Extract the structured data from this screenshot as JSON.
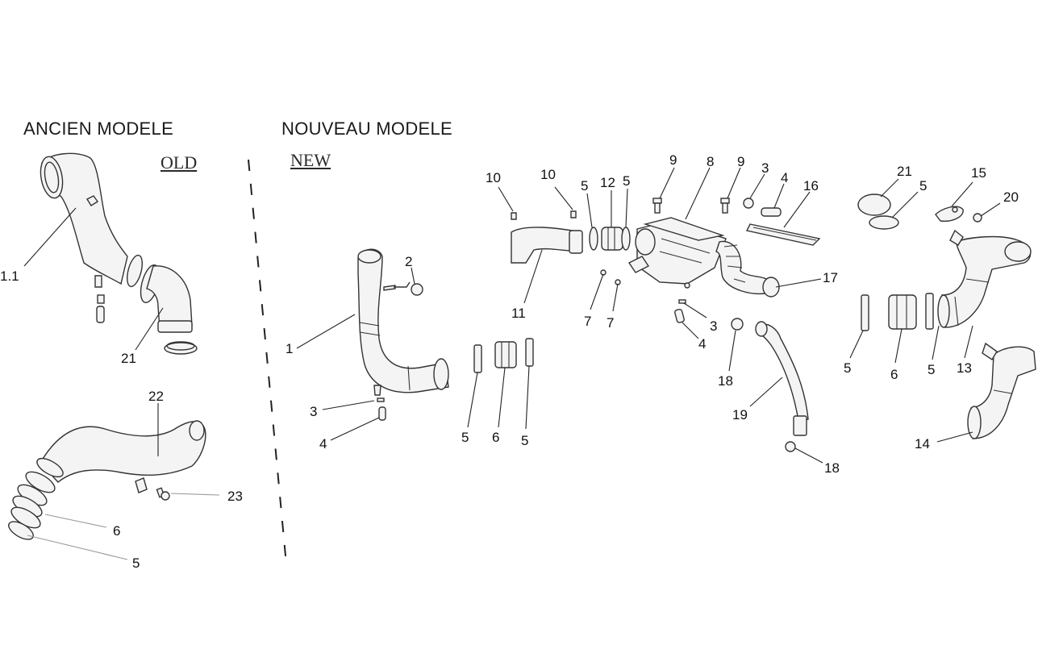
{
  "headings": {
    "old_model": "ANCIEN MODELE",
    "new_model": "NOUVEAU MODELE",
    "old_tag": "OLD",
    "new_tag": "NEW"
  },
  "callouts": [
    {
      "id": "c-1-1",
      "text": "1.1"
    },
    {
      "id": "c-21-old",
      "text": "21"
    },
    {
      "id": "c-22",
      "text": "22"
    },
    {
      "id": "c-23",
      "text": "23"
    },
    {
      "id": "c-6-old",
      "text": "6"
    },
    {
      "id": "c-5-old",
      "text": "5"
    },
    {
      "id": "c-2",
      "text": "2"
    },
    {
      "id": "c-1",
      "text": "1"
    },
    {
      "id": "c-3-left",
      "text": "3"
    },
    {
      "id": "c-4-left",
      "text": "4"
    },
    {
      "id": "c-5-mid-a",
      "text": "5"
    },
    {
      "id": "c-6-mid",
      "text": "6"
    },
    {
      "id": "c-5-mid-b",
      "text": "5"
    },
    {
      "id": "c-10-a",
      "text": "10"
    },
    {
      "id": "c-10-b",
      "text": "10"
    },
    {
      "id": "c-5-top-a",
      "text": "5"
    },
    {
      "id": "c-12",
      "text": "12"
    },
    {
      "id": "c-5-top-b",
      "text": "5"
    },
    {
      "id": "c-11",
      "text": "11"
    },
    {
      "id": "c-7-a",
      "text": "7"
    },
    {
      "id": "c-7-b",
      "text": "7"
    },
    {
      "id": "c-9-a",
      "text": "9"
    },
    {
      "id": "c-8",
      "text": "8"
    },
    {
      "id": "c-9-b",
      "text": "9"
    },
    {
      "id": "c-3-top",
      "text": "3"
    },
    {
      "id": "c-4-top",
      "text": "4"
    },
    {
      "id": "c-16",
      "text": "16"
    },
    {
      "id": "c-17",
      "text": "17"
    },
    {
      "id": "c-3-mid",
      "text": "3"
    },
    {
      "id": "c-4-mid",
      "text": "4"
    },
    {
      "id": "c-18-a",
      "text": "18"
    },
    {
      "id": "c-19",
      "text": "19"
    },
    {
      "id": "c-18-b",
      "text": "18"
    },
    {
      "id": "c-21-right",
      "text": "21"
    },
    {
      "id": "c-5-right-top",
      "text": "5"
    },
    {
      "id": "c-15",
      "text": "15"
    },
    {
      "id": "c-20",
      "text": "20"
    },
    {
      "id": "c-5-right-a",
      "text": "5"
    },
    {
      "id": "c-6-right",
      "text": "6"
    },
    {
      "id": "c-5-right-b",
      "text": "5"
    },
    {
      "id": "c-13",
      "text": "13"
    },
    {
      "id": "c-14",
      "text": "14"
    }
  ]
}
